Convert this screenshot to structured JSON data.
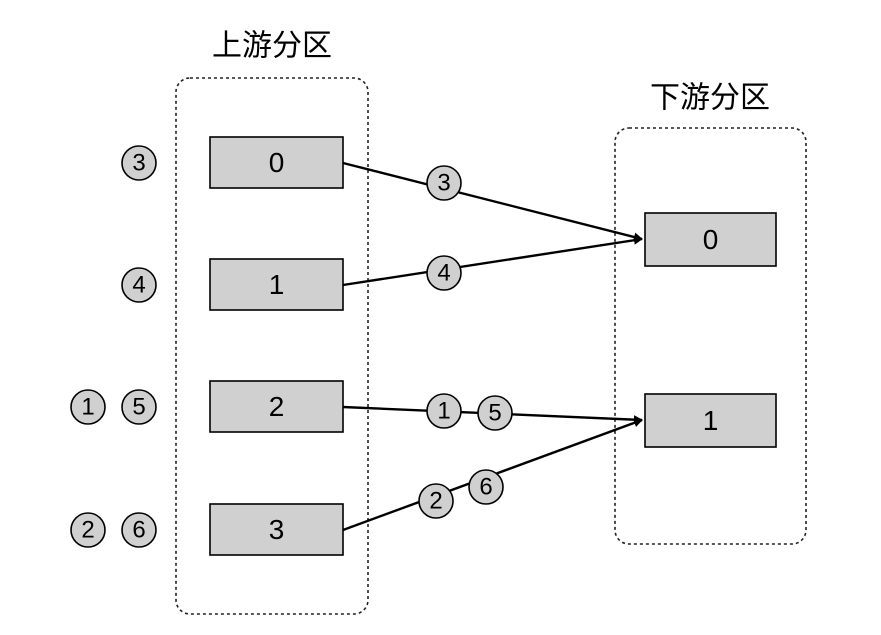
{
  "upstream": {
    "title": "上游分区",
    "partitions": [
      {
        "label": "0",
        "records": [
          "3"
        ]
      },
      {
        "label": "1",
        "records": [
          "4"
        ]
      },
      {
        "label": "2",
        "records": [
          "1",
          "5"
        ]
      },
      {
        "label": "3",
        "records": [
          "2",
          "6"
        ]
      }
    ]
  },
  "downstream": {
    "title": "下游分区",
    "partitions": [
      {
        "label": "0"
      },
      {
        "label": "1"
      }
    ]
  },
  "edges": [
    {
      "from": "0",
      "to": "0",
      "records": [
        "3"
      ]
    },
    {
      "from": "1",
      "to": "0",
      "records": [
        "4"
      ]
    },
    {
      "from": "2",
      "to": "1",
      "records": [
        "1",
        "5"
      ]
    },
    {
      "from": "3",
      "to": "1",
      "records": [
        "2",
        "6"
      ]
    }
  ]
}
